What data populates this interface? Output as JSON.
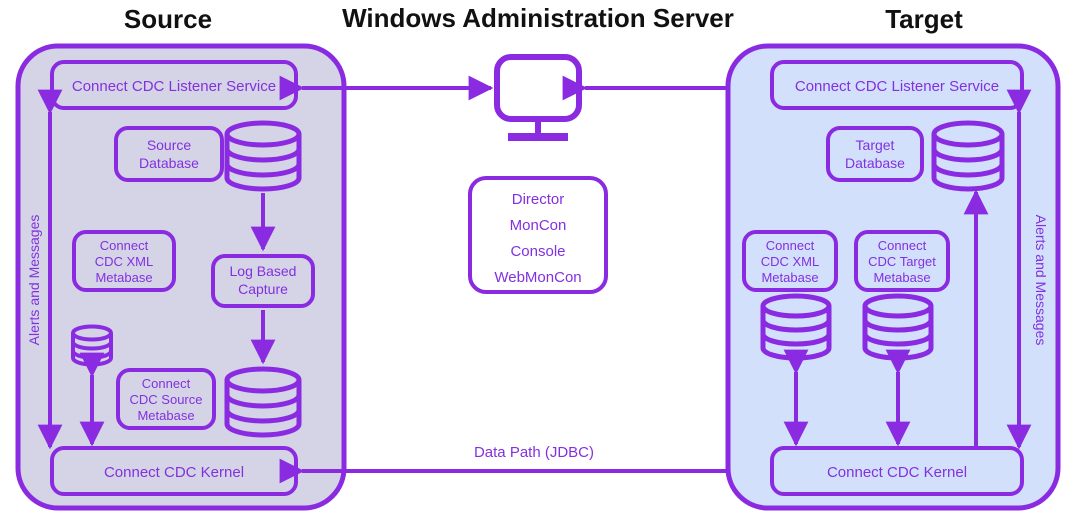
{
  "diagram": {
    "title": "Windows Administration Server",
    "colors": {
      "stroke": "#8a2be2",
      "label_text": "#8330e0",
      "title_text": "#111111",
      "source_panel_fill": "#d4d4e6",
      "target_panel_fill": "#d2e0fc",
      "background": "#ffffff"
    },
    "headings": {
      "source": "Source",
      "center": "Windows Administration Server",
      "target": "Target"
    },
    "center": {
      "monitor_icon": "monitor-icon",
      "tools": [
        "Director",
        "MonCon",
        "Console",
        "WebMonCon"
      ]
    },
    "source_panel": {
      "listener": "Connect CDC Listener Service",
      "database": "Source Database",
      "xml_metabase": "Connect CDC XML Metabase",
      "capture": "Log Based Capture",
      "source_metabase": "Connect CDC Source Metabase",
      "kernel": "Connect CDC Kernel",
      "side_label": "Alerts and Messages"
    },
    "target_panel": {
      "listener": "Connect CDC Listener Service",
      "database": "Target Database",
      "xml_metabase": "Connect CDC XML Metabase",
      "target_metabase": "Connect CDC Target Metabase",
      "kernel": "Connect CDC Kernel",
      "side_label": "Alerts and Messages"
    },
    "connections": {
      "data_path": "Data Path (JDBC)"
    }
  }
}
